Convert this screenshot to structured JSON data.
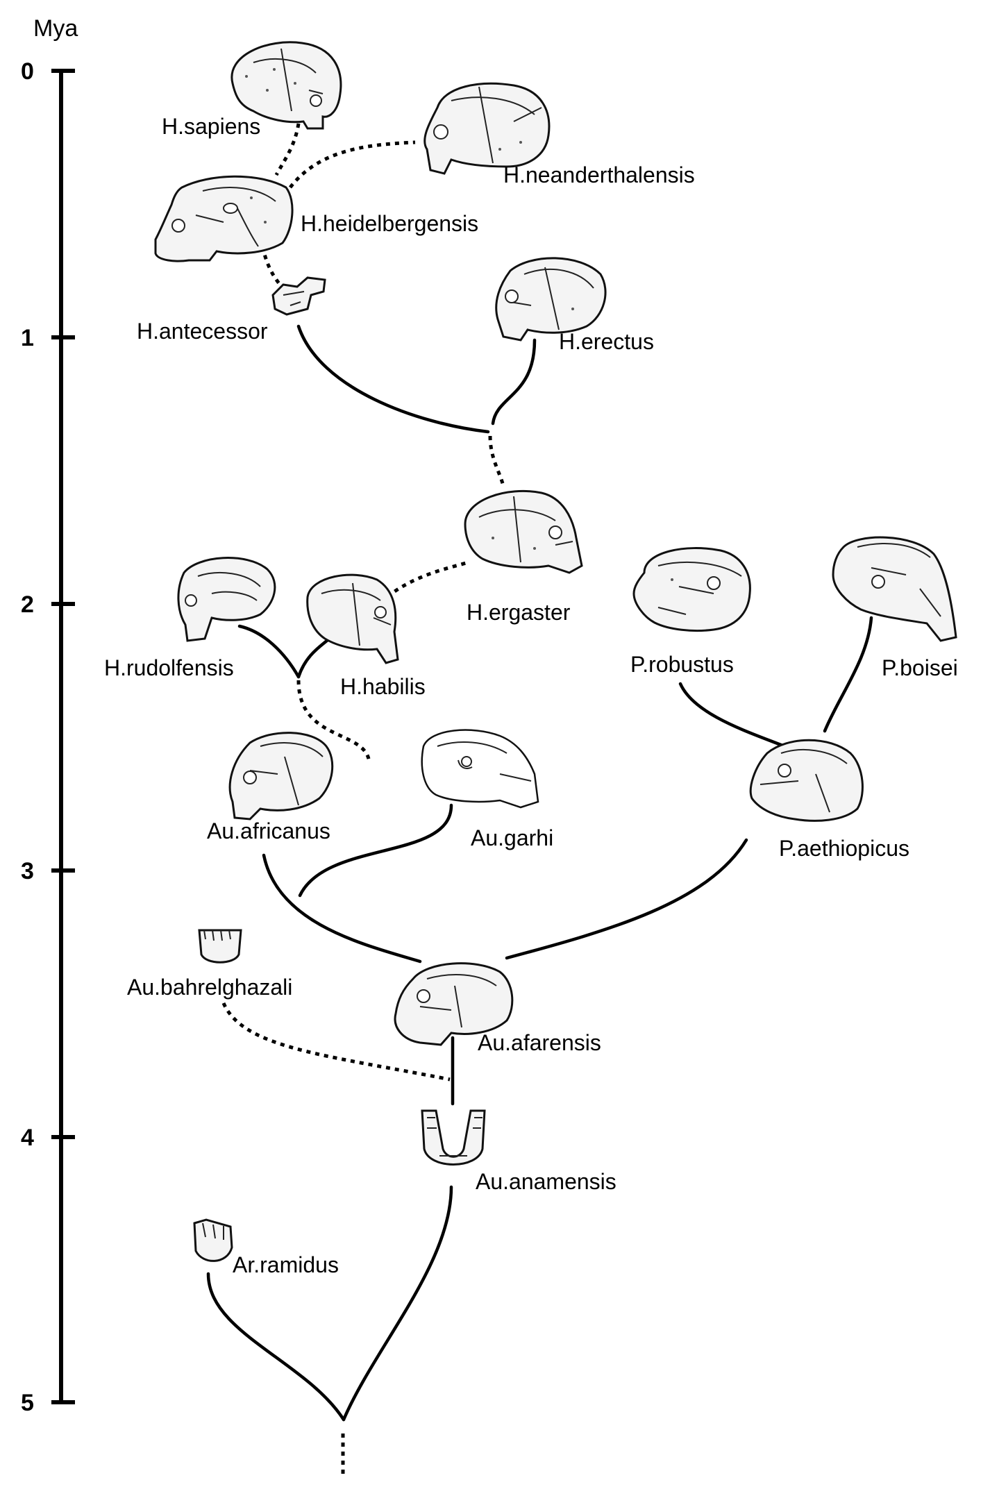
{
  "axis": {
    "unit": "Mya",
    "ticks": [
      "0",
      "1",
      "2",
      "3",
      "4",
      "5"
    ]
  },
  "taxa": {
    "h_sapiens": "H.sapiens",
    "h_neanderthalensis": "H.neanderthalensis",
    "h_heidelbergensis": "H.heidelbergensis",
    "h_antecessor": "H.antecessor",
    "h_erectus": "H.erectus",
    "h_ergaster": "H.ergaster",
    "h_rudolfensis": "H.rudolfensis",
    "h_habilis": "H.habilis",
    "p_robustus": "P.robustus",
    "p_boisei": "P.boisei",
    "au_africanus": "Au.africanus",
    "au_garhi": "Au.garhi",
    "p_aethiopicus": "P.aethiopicus",
    "au_bahrelghazali": "Au.bahrelghazali",
    "au_afarensis": "Au.afarensis",
    "au_anamensis": "Au.anamensis",
    "ar_ramidus": "Ar.ramidus"
  }
}
